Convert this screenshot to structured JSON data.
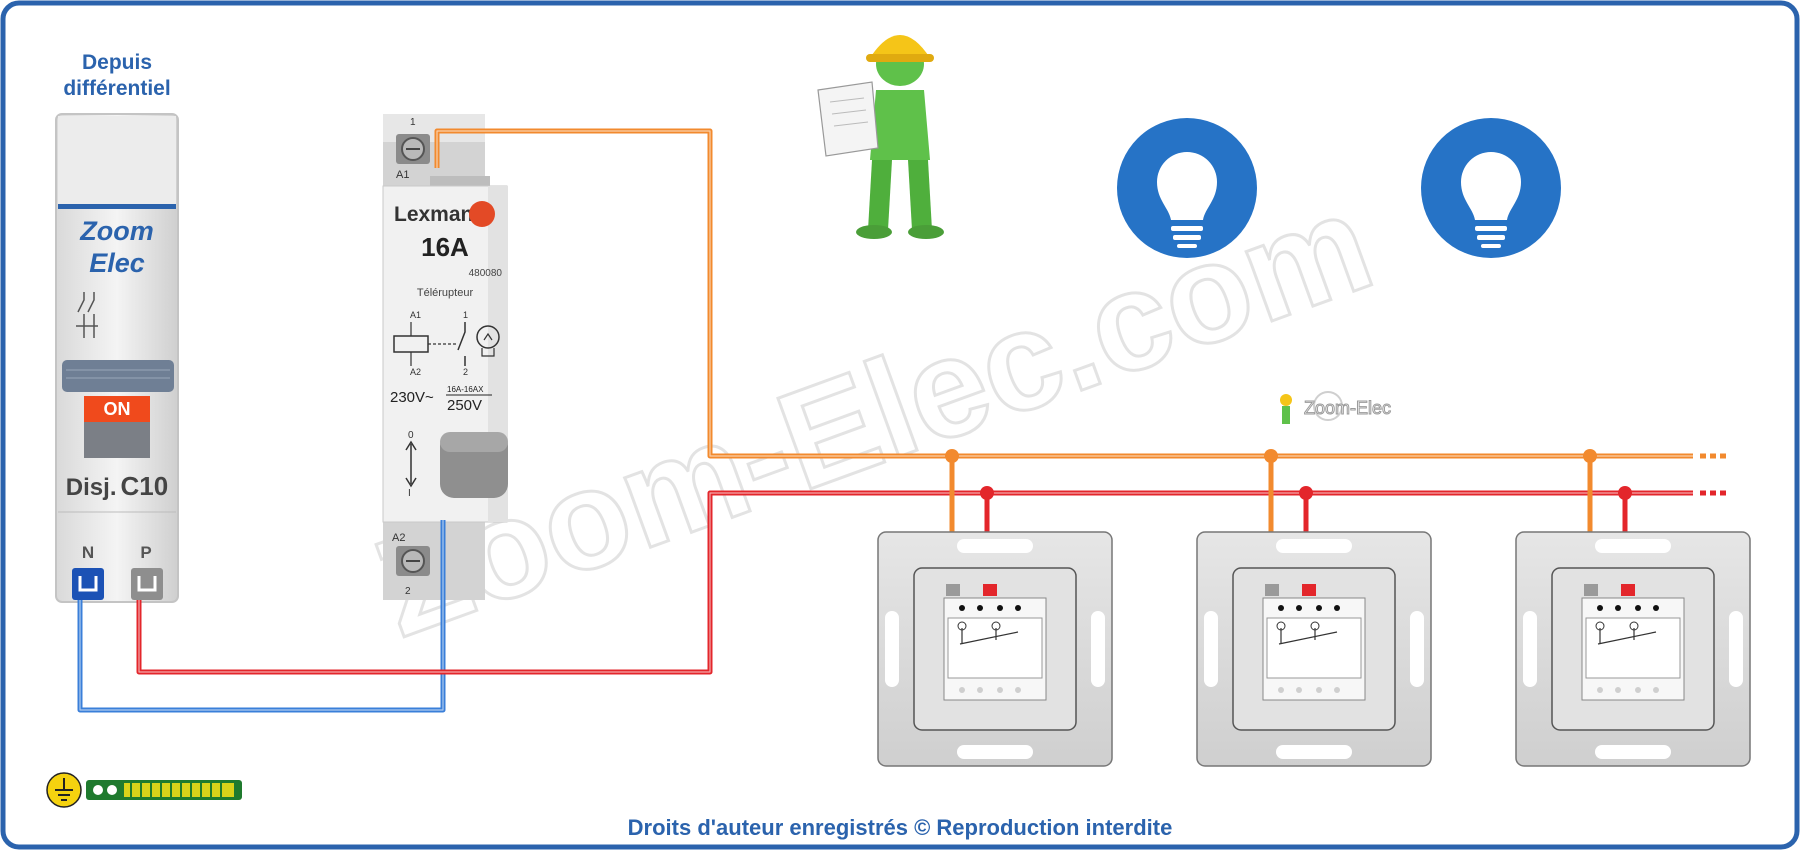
{
  "supply_label_line1": "Depuis",
  "supply_label_line2": "différentiel",
  "breaker": {
    "brand_line1": "Zoom",
    "brand_line2": "Elec",
    "state": "ON",
    "model_prefix": "Disj.",
    "model_rating": "C10",
    "terminal_neutral": "N",
    "terminal_phase": "P"
  },
  "relay": {
    "brand": "Lexman",
    "current": "16A",
    "ref": "480080",
    "type": "Télérupteur",
    "terminal_1": "1",
    "terminal_2": "2",
    "terminal_a1": "A1",
    "terminal_a2": "A2",
    "coil_voltage": "230V~",
    "contact_rating": "16A-16AX",
    "contact_voltage": "250V",
    "position_off": "0",
    "position_on": "I"
  },
  "watermark": "Zoom-Elec.com",
  "small_logo": "Zoom-Elec",
  "footer": "Droits d'auteur enregistrés © Reproduction interdite",
  "colors": {
    "frame": "#2b63ad",
    "neutral_wire": "#3a7fd9",
    "phase_wire": "#e3262b",
    "control_wire": "#f28a2e",
    "lamp_blue": "#2673c6"
  },
  "icons": [
    "earth-icon",
    "lamp-icon",
    "engineer-figure-icon"
  ]
}
